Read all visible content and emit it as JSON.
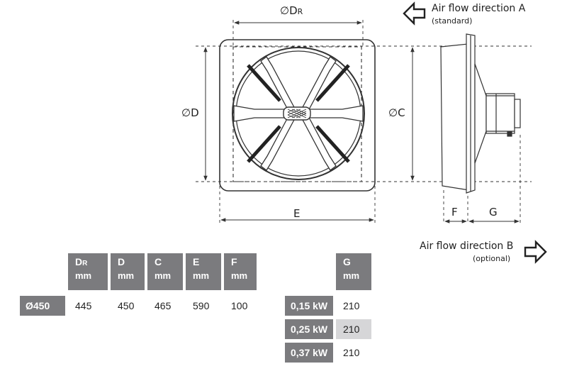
{
  "diagram": {
    "labels": {
      "dr": "∅D",
      "dr_sub": "R",
      "d": "∅D",
      "c": "∅C",
      "e": "E",
      "f": "F",
      "g": "G"
    },
    "airflow_a": {
      "title": "Air flow direction A",
      "subtitle": "(standard)",
      "icon": "arrow-left-icon"
    },
    "airflow_b": {
      "title": "Air flow direction B",
      "subtitle": "(optional)",
      "icon": "arrow-right-icon"
    }
  },
  "table_main": {
    "headers": [
      {
        "label": "D",
        "sub": "R",
        "unit": "mm"
      },
      {
        "label": "D",
        "sub": "",
        "unit": "mm"
      },
      {
        "label": "C",
        "sub": "",
        "unit": "mm"
      },
      {
        "label": "E",
        "sub": "",
        "unit": "mm"
      },
      {
        "label": "F",
        "sub": "",
        "unit": "mm"
      }
    ],
    "row_label": "Ø450",
    "values": [
      "445",
      "450",
      "465",
      "590",
      "100"
    ]
  },
  "table_g": {
    "header": {
      "label": "G",
      "unit": "mm"
    },
    "rows": [
      {
        "power": "0,15 kW",
        "value": "210",
        "highlight": false
      },
      {
        "power": "0,25 kW",
        "value": "210",
        "highlight": true
      },
      {
        "power": "0,37 kW",
        "value": "210",
        "highlight": false
      }
    ]
  },
  "colors": {
    "header_bg": "#7b7b7e",
    "highlight_bg": "#d6d6d8",
    "line": "#333333"
  }
}
